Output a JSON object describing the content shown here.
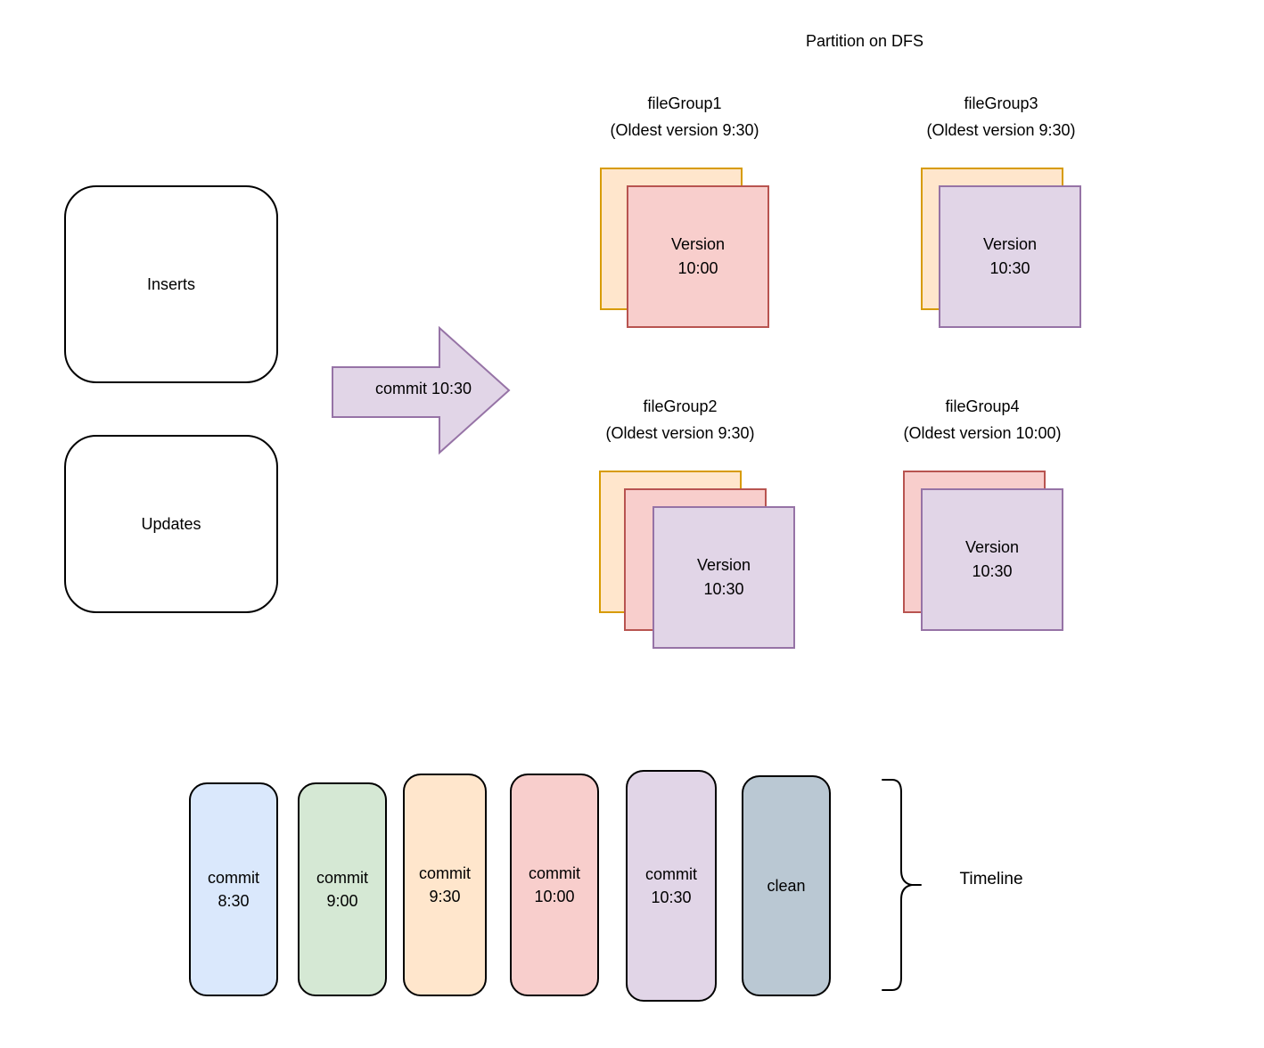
{
  "title": "Partition on DFS",
  "sources": [
    {
      "label": "Inserts"
    },
    {
      "label": "Updates"
    }
  ],
  "arrow": {
    "label": "commit 10:30"
  },
  "file_groups": [
    {
      "name": "fileGroup1",
      "subtitle": "(Oldest version 9:30)",
      "version_label": "Version",
      "version_time": "10:00",
      "layers": [
        "orange",
        "red"
      ]
    },
    {
      "name": "fileGroup3",
      "subtitle": "(Oldest version 9:30)",
      "version_label": "Version",
      "version_time": "10:30",
      "layers": [
        "orange",
        "purple"
      ]
    },
    {
      "name": "fileGroup2",
      "subtitle": "(Oldest version 9:30)",
      "version_label": "Version",
      "version_time": "10:30",
      "layers": [
        "orange",
        "red",
        "purple"
      ]
    },
    {
      "name": "fileGroup4",
      "subtitle": "(Oldest version 10:00)",
      "version_label": "Version",
      "version_time": "10:30",
      "layers": [
        "red",
        "purple"
      ]
    }
  ],
  "timeline": {
    "label": "Timeline",
    "events": [
      {
        "line1": "commit",
        "line2": "8:30",
        "color": "blue"
      },
      {
        "line1": "commit",
        "line2": "9:00",
        "color": "green"
      },
      {
        "line1": "commit",
        "line2": "9:30",
        "color": "orange"
      },
      {
        "line1": "commit",
        "line2": "10:00",
        "color": "red"
      },
      {
        "line1": "commit",
        "line2": "10:30",
        "color": "purple"
      },
      {
        "line1": "clean",
        "line2": "",
        "color": "bluegray"
      }
    ]
  },
  "colors": {
    "orange_fill": "#FFE6CC",
    "orange_stroke": "#D79B00",
    "red_fill": "#F8CECC",
    "red_stroke": "#B85450",
    "purple_fill": "#E1D5E7",
    "purple_stroke": "#9673A6",
    "blue_fill": "#DAE8FC",
    "blue_stroke": "#6C8EBF",
    "green_fill": "#D5E8D4",
    "green_stroke": "#82B366",
    "bluegray_fill": "#BAC8D3",
    "bluegray_stroke": "#23445D"
  }
}
